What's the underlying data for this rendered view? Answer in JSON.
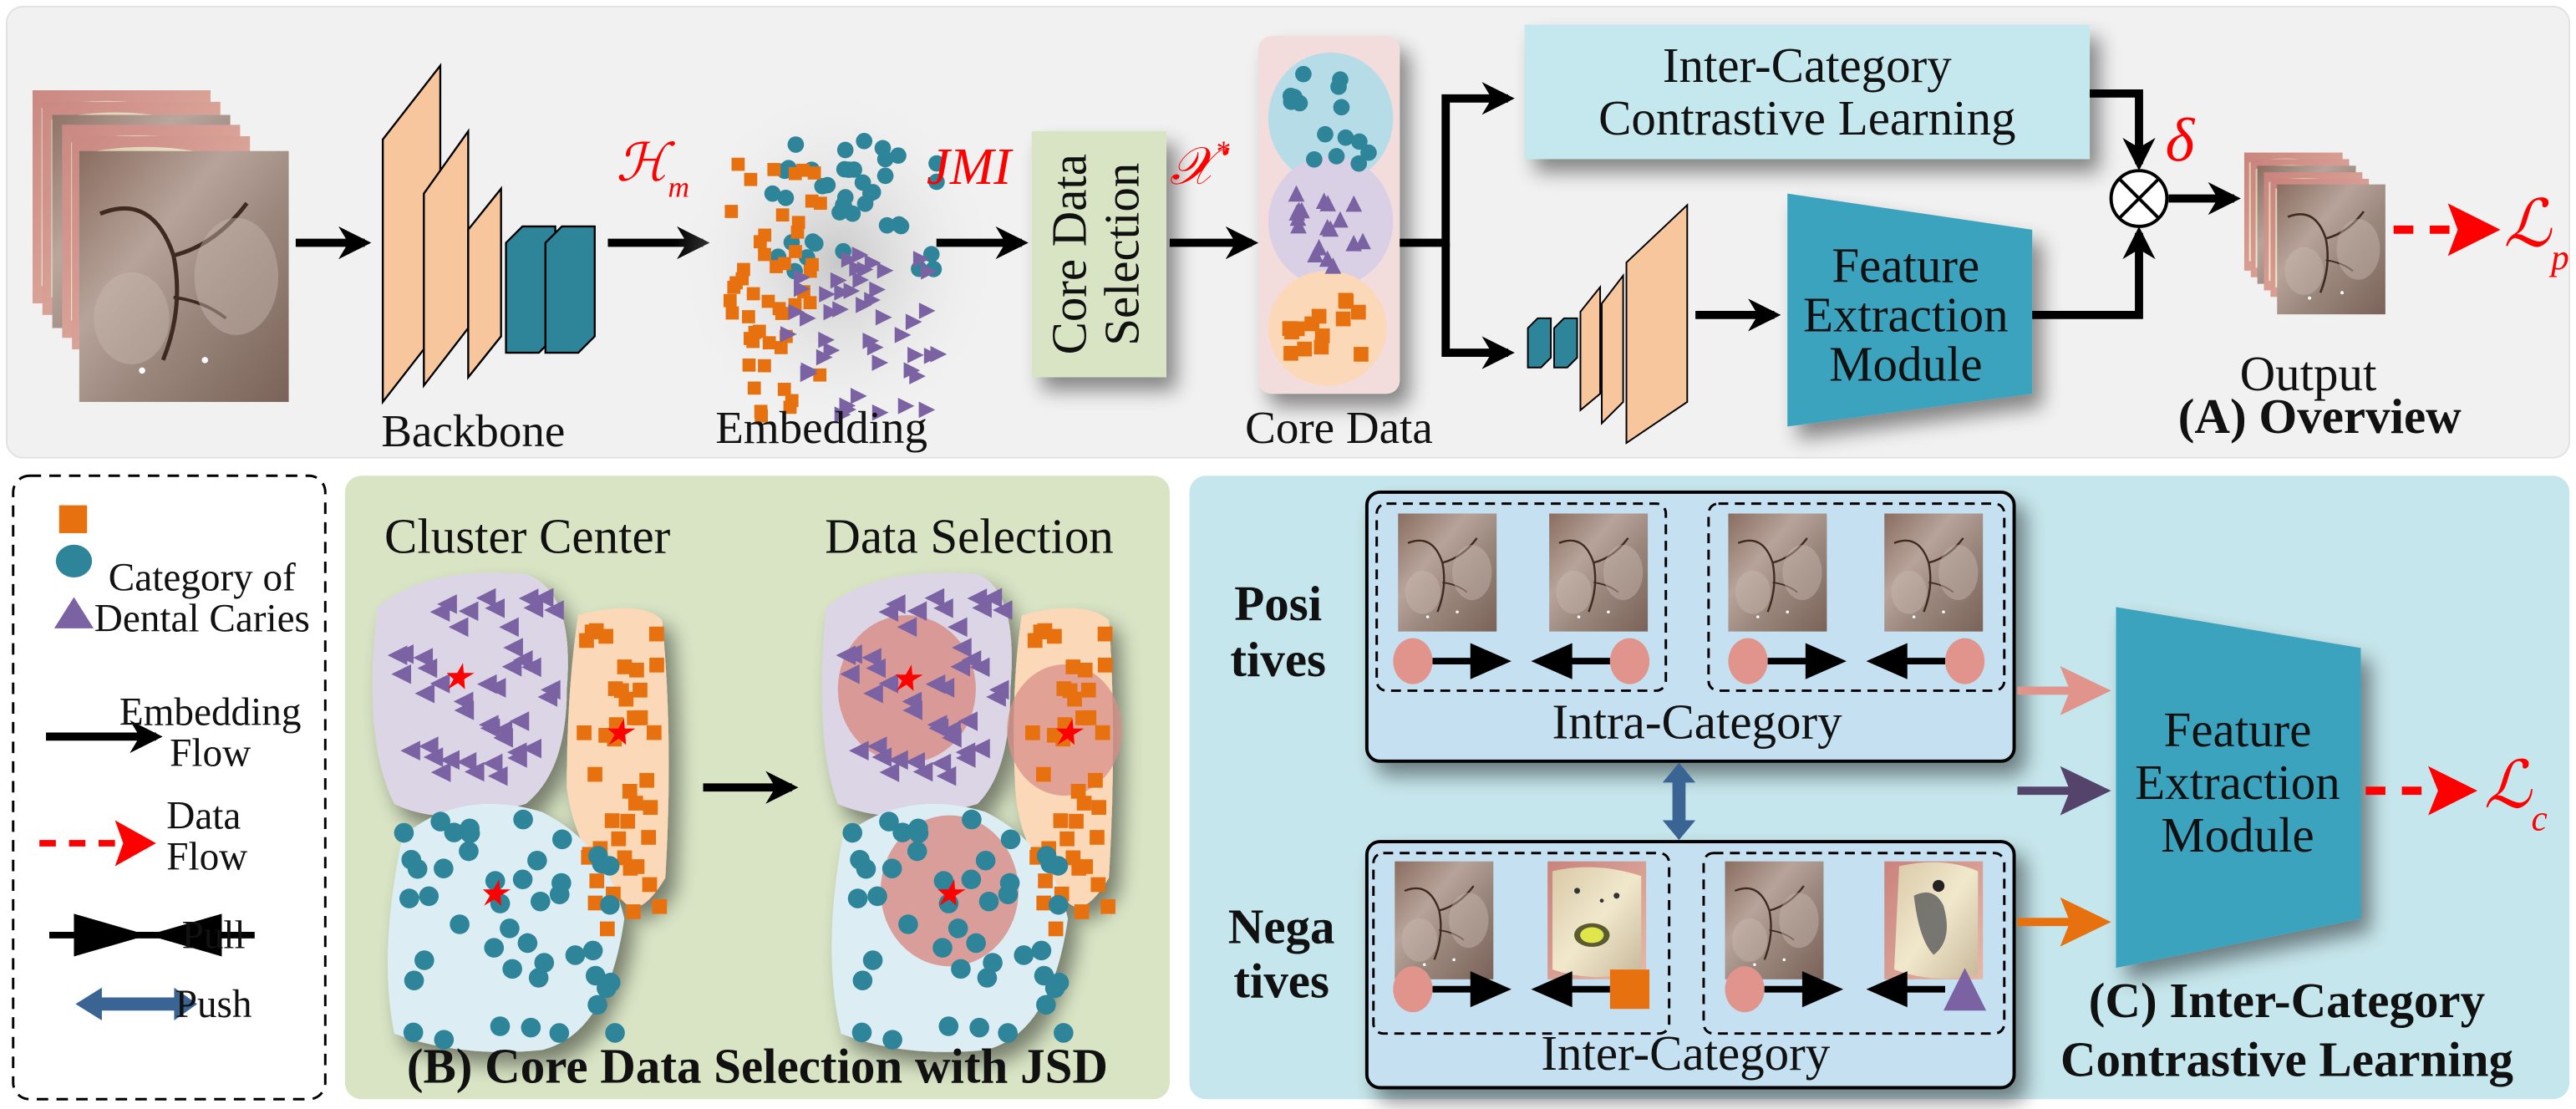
{
  "figure": {
    "colors": {
      "panel_a_bg": "#f1f1f1",
      "panel_b_bg": "#d8e4c4",
      "panel_c_bg": "#c5e6ec",
      "orange": "#e8710f",
      "teal": "#2e8499",
      "purple": "#7b63a3",
      "peach": "#f8c69c",
      "module_teal": "#3ba3be",
      "light_blue_box": "#c5e8ee",
      "core_sel_green": "#d8e4c4",
      "core_data_pink": "#f3dcdc",
      "red": "#ff0000",
      "pink_dot": "#e0948c",
      "push_blue": "#3a6494",
      "dark_purple_arrow": "#54436b"
    }
  },
  "panel_a": {
    "title": "(A) Overview",
    "labels": {
      "backbone": "Backbone",
      "embedding": "Embedding",
      "core_data_selection_line1": "Core Data",
      "core_data_selection_line2": "Selection",
      "core_data": "Core Data",
      "output": "Output",
      "icl_line1": "Inter-Category",
      "icl_line2": "Contrastive Learning",
      "fem_line1": "Feature",
      "fem_line2": "Extraction",
      "fem_line3": "Module"
    },
    "math": {
      "h_m": "ℋ",
      "h_m_sub": "m",
      "jmi": "JMI",
      "x_star": "𝒳",
      "x_star_sup": "*",
      "delta": "δ",
      "loss_p": "ℒ",
      "loss_p_sub": "p",
      "otimes": "⊗"
    }
  },
  "legend": {
    "items": [
      {
        "icon": "orange-square-icon",
        "label": ""
      },
      {
        "icon": "teal-circle-icon",
        "label": "Category of"
      },
      {
        "icon": "purple-triangle-icon",
        "label": "Dental Caries"
      }
    ],
    "category_line1": "Category of",
    "category_line2": "Dental Caries",
    "embedding_flow_line1": "Embedding",
    "embedding_flow_line2": "Flow",
    "data_flow_line1": "Data",
    "data_flow_line2": "Flow",
    "pull": "Pull",
    "push": "Push"
  },
  "panel_b": {
    "title": "(B) Core Data Selection with JSD",
    "cluster_center": "Cluster Center",
    "data_selection": "Data Selection"
  },
  "panel_c": {
    "title_line1": "(C) Inter-Category",
    "title_line2": "Contrastive Learning",
    "positives_line1": "Posi",
    "positives_line2": "tives",
    "negatives_line1": "Nega",
    "negatives_line2": "tives",
    "intra_category": "Intra-Category",
    "inter_category": "Inter-Category",
    "fem_line1": "Feature",
    "fem_line2": "Extraction",
    "fem_line3": "Module",
    "loss_c": "ℒ",
    "loss_c_sub": "c"
  }
}
